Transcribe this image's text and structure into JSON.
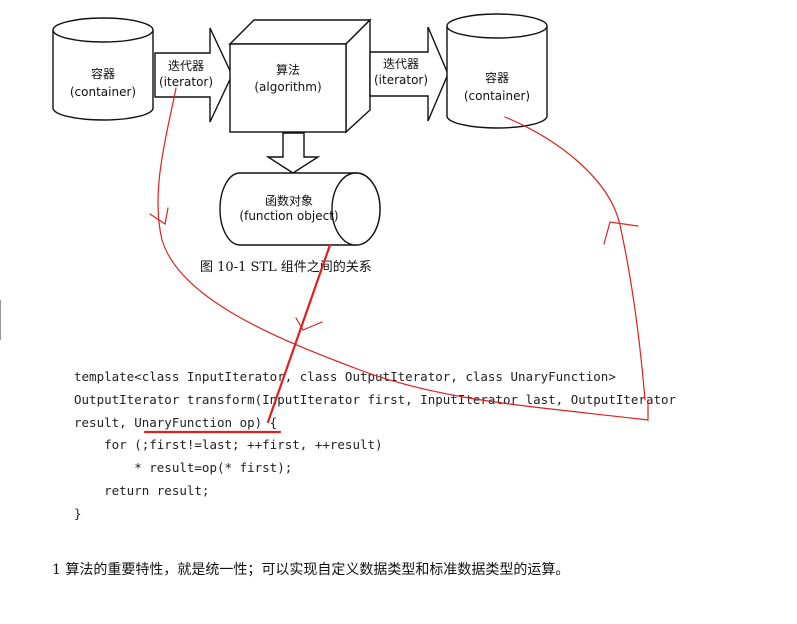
{
  "figure": {
    "container_left": {
      "title": "容器",
      "subtitle": "(container)"
    },
    "iterator_left": {
      "title": "迭代器",
      "subtitle": "(iterator)"
    },
    "algorithm": {
      "title": "算法",
      "subtitle": "(algorithm)"
    },
    "iterator_right": {
      "title": "迭代器",
      "subtitle": "(iterator)"
    },
    "container_right": {
      "title": "容器",
      "subtitle": "(container)"
    },
    "function_object": {
      "title": "函数对象",
      "subtitle": "(function object)"
    },
    "caption": "图 10-1    STL 组件之间的关系"
  },
  "code": {
    "lines": [
      "template<class InputIterator, class OutputIterator, class UnaryFunction>",
      "OutputIterator transform(InputIterator first, InputIterator last, OutputIterator",
      "result, UnaryFunction op) {",
      "    for (;first!=last; ++first, ++result)",
      "        * result=op(* first);",
      "    return result;",
      "}"
    ]
  },
  "note": "1 算法的重要特性，就是统一性；可以实现自定义数据类型和标准数据类型的运算。",
  "colors": {
    "annotation_ink": "#e02020",
    "line_ink": "#111111"
  }
}
